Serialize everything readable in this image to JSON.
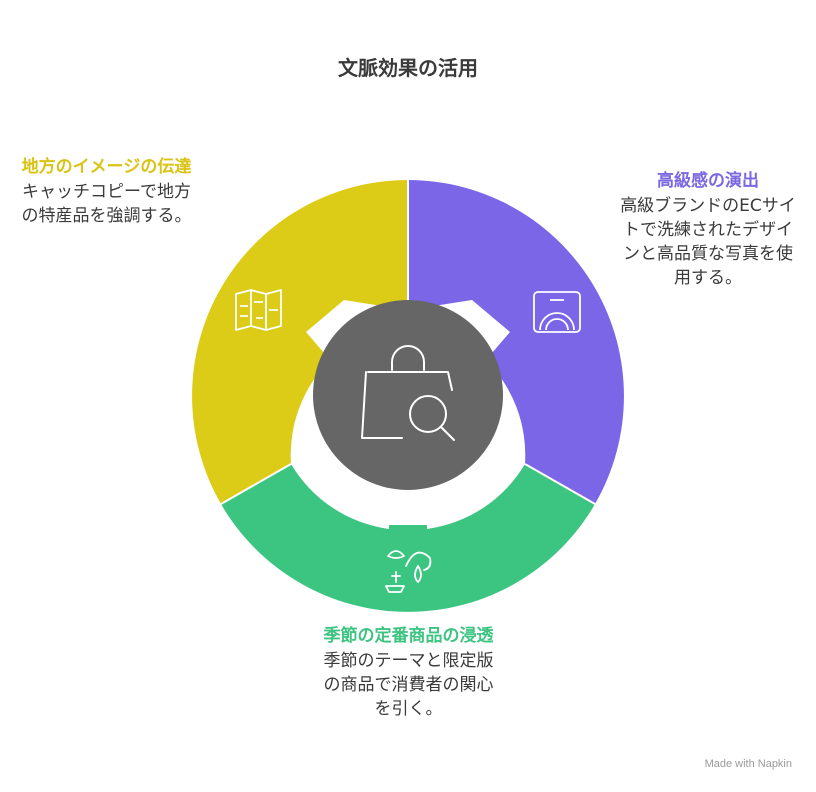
{
  "title": "文脈効果の活用",
  "segments": [
    {
      "id": "local",
      "heading": "地方のイメージの伝達",
      "body": "キャッチコピーで地方の特産品を強調する。",
      "color": "#dccb17",
      "icon": "map-icon"
    },
    {
      "id": "premium",
      "heading": "高級感の演出",
      "body": "高級ブランドのECサイトで洗練されたデザインと高品質な写真を使用する。",
      "color": "#7b66e8",
      "icon": "dish-cloche-icon"
    },
    {
      "id": "seasonal",
      "heading": "季節の定番商品の浸透",
      "body": "季節のテーマと限定版の商品で消費者の関心を引く。",
      "color": "#3cc581",
      "icon": "seasonal-trees-icon"
    }
  ],
  "center": {
    "color": "#666666",
    "icon": "shopping-bag-search-icon"
  },
  "credit": "Made with Napkin"
}
